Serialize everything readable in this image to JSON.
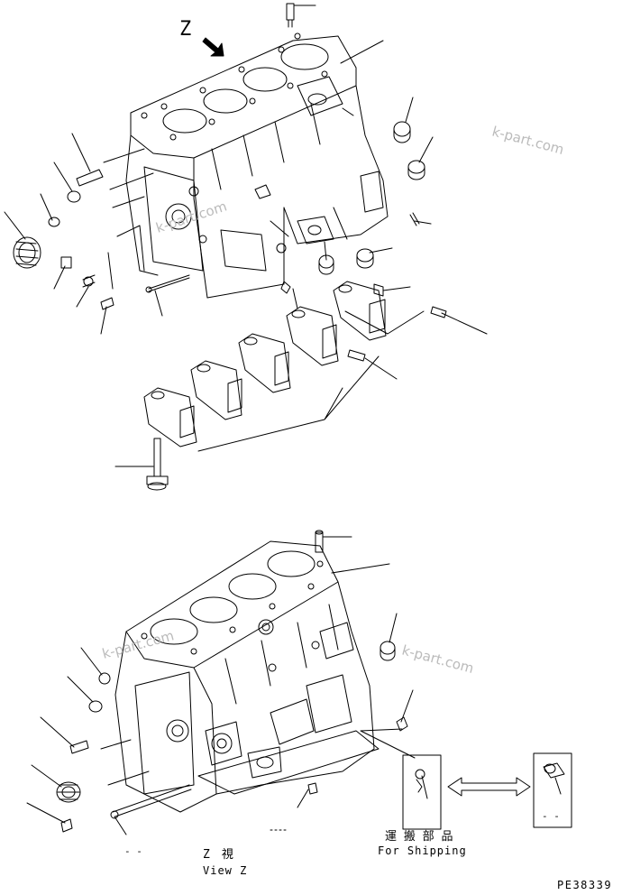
{
  "view_marker": "Z",
  "view_caption": {
    "title_jp": "Z　視",
    "title_en": "View Z"
  },
  "shipping_caption": {
    "jp": "運 搬 部 品",
    "en": "For Shipping"
  },
  "left_caption": "- -",
  "box_caption": "- -",
  "watermarks": [
    "k-part.com",
    "k-part.com",
    "k-part.com",
    "k-part.com"
  ],
  "drawing_number": "PE38339",
  "colors": {
    "line": "#000000",
    "watermark": "#bbbbbb"
  }
}
